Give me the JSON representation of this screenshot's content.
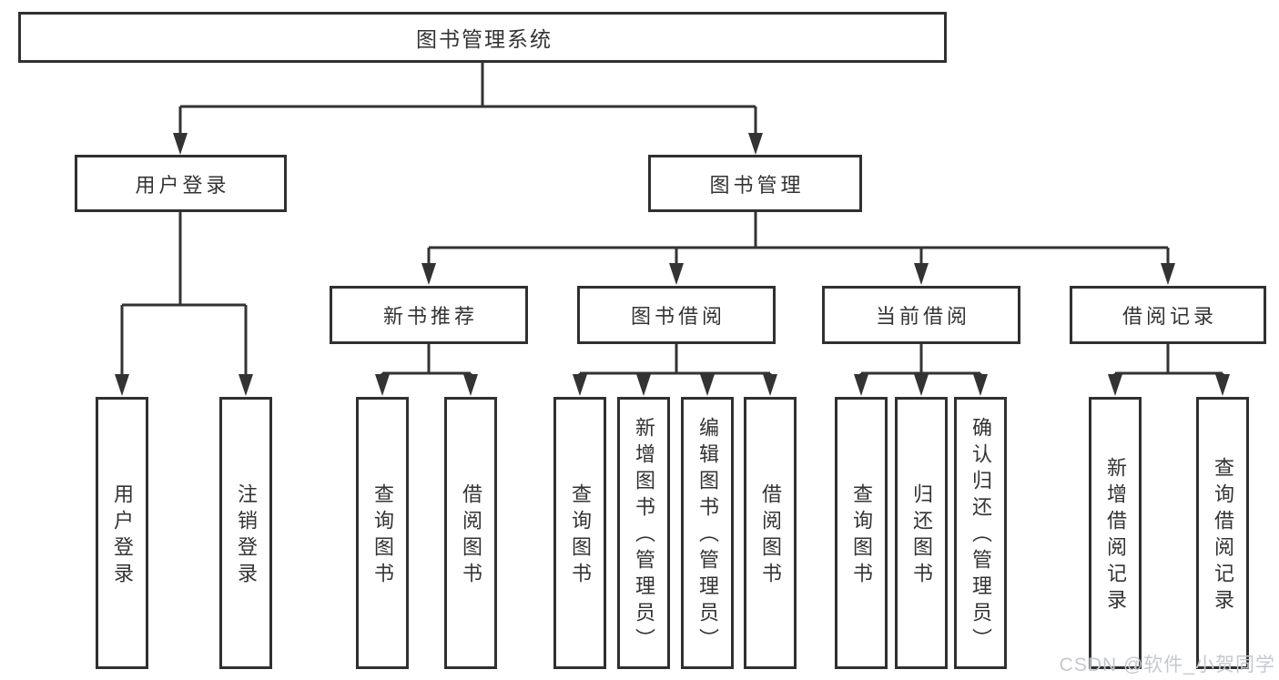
{
  "diagram_title": "图书管理系统",
  "hierarchy": {
    "root": {
      "label": "图书管理系统",
      "children": [
        {
          "label": "用户登录",
          "children": [
            {
              "label": "用户登录"
            },
            {
              "label": "注销登录"
            }
          ]
        },
        {
          "label": "图书管理",
          "children": [
            {
              "label": "新书推荐",
              "children": [
                {
                  "label": "查询图书"
                },
                {
                  "label": "借阅图书"
                }
              ]
            },
            {
              "label": "图书借阅",
              "children": [
                {
                  "label": "查询图书"
                },
                {
                  "label": "新增图书（管理员）"
                },
                {
                  "label": "编辑图书（管理员）"
                },
                {
                  "label": "借阅图书"
                }
              ]
            },
            {
              "label": "当前借阅",
              "children": [
                {
                  "label": "查询图书"
                },
                {
                  "label": "归还图书"
                },
                {
                  "label": "确认归还（管理员）"
                }
              ]
            },
            {
              "label": "借阅记录",
              "children": [
                {
                  "label": "新增借阅记录"
                },
                {
                  "label": "查询借阅记录"
                }
              ]
            }
          ]
        }
      ]
    }
  },
  "watermark": {
    "text": "CSDN @软件_小贺同学"
  },
  "colors": {
    "background": "#ffffff",
    "box_border": "#303030",
    "connector_line": "#333333",
    "text": "#333333",
    "watermark_text": "#c5c8cd"
  }
}
